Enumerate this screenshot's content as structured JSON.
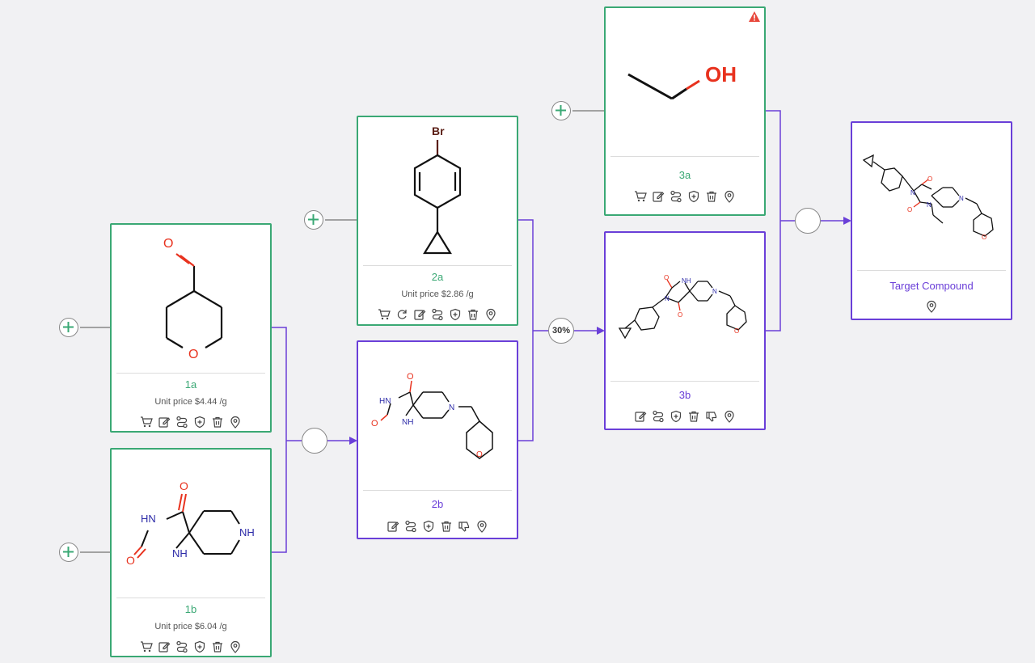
{
  "colors": {
    "green": "#3aa874",
    "purple": "#6a3fd8",
    "line": "#888888",
    "oxygen": "#e8321e",
    "nitrogen": "#2d2ba8",
    "warning": "#e8463a"
  },
  "cards": {
    "c1a": {
      "label": "1a",
      "price": "Unit price $4.44 /g",
      "tools": [
        "cart-icon",
        "edit-icon",
        "route-icon",
        "shield-icon",
        "trash-icon",
        "location-pin-icon"
      ]
    },
    "c1b": {
      "label": "1b",
      "price": "Unit price $6.04 /g",
      "tools": [
        "cart-icon",
        "edit-icon",
        "route-icon",
        "shield-icon",
        "trash-icon",
        "location-pin-icon"
      ]
    },
    "c2a": {
      "label": "2a",
      "price": "Unit price $2.86 /g",
      "atom_br": "Br",
      "tools": [
        "cart-icon",
        "refresh-icon",
        "edit-icon",
        "route-icon",
        "shield-icon",
        "trash-icon",
        "location-pin-icon"
      ]
    },
    "c2b": {
      "label": "2b",
      "tools": [
        "edit-icon",
        "route-icon",
        "shield-icon",
        "trash-icon",
        "thumbs-down-icon",
        "location-pin-icon"
      ]
    },
    "c3a": {
      "label": "3a",
      "atom_oh": "OH",
      "tools": [
        "cart-icon",
        "edit-icon",
        "route-icon",
        "shield-icon",
        "trash-icon",
        "location-pin-icon"
      ]
    },
    "c3b": {
      "label": "3b",
      "tools": [
        "edit-icon",
        "route-icon",
        "shield-icon",
        "trash-icon",
        "thumbs-down-icon",
        "location-pin-icon"
      ]
    },
    "target": {
      "label": "Target Compound",
      "tools": [
        "location-pin-icon"
      ]
    }
  },
  "atoms": {
    "O": "O",
    "HN": "HN",
    "NH": "NH",
    "N": "N"
  },
  "reaction_nodes": {
    "r1": "",
    "r2": "30%",
    "r3": ""
  }
}
